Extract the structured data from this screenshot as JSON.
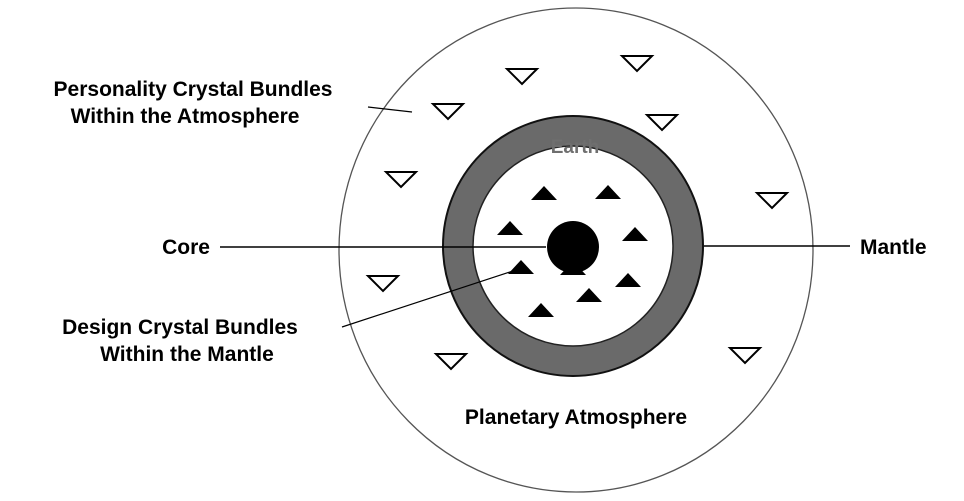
{
  "labels": {
    "personality_line1": "Personality Crystal Bundles",
    "personality_line2": "Within the Atmosphere",
    "earth": "Earth",
    "core": "Core",
    "mantle": "Mantle",
    "design_line1": "Design Crystal Bundles",
    "design_line2": "Within the Mantle",
    "atmosphere": "Planetary Atmosphere"
  },
  "colors": {
    "atmosphere_outline": "#555555",
    "earth_ring": "#6a6a6a",
    "earth_ring_outline": "#111111",
    "core": "#000000",
    "leader_line": "#000000",
    "earth_text": "#6f6f6f"
  },
  "icons": {
    "personality_bundle": "hollow-down-triangle-icon",
    "design_bundle": "filled-up-triangle-icon"
  }
}
